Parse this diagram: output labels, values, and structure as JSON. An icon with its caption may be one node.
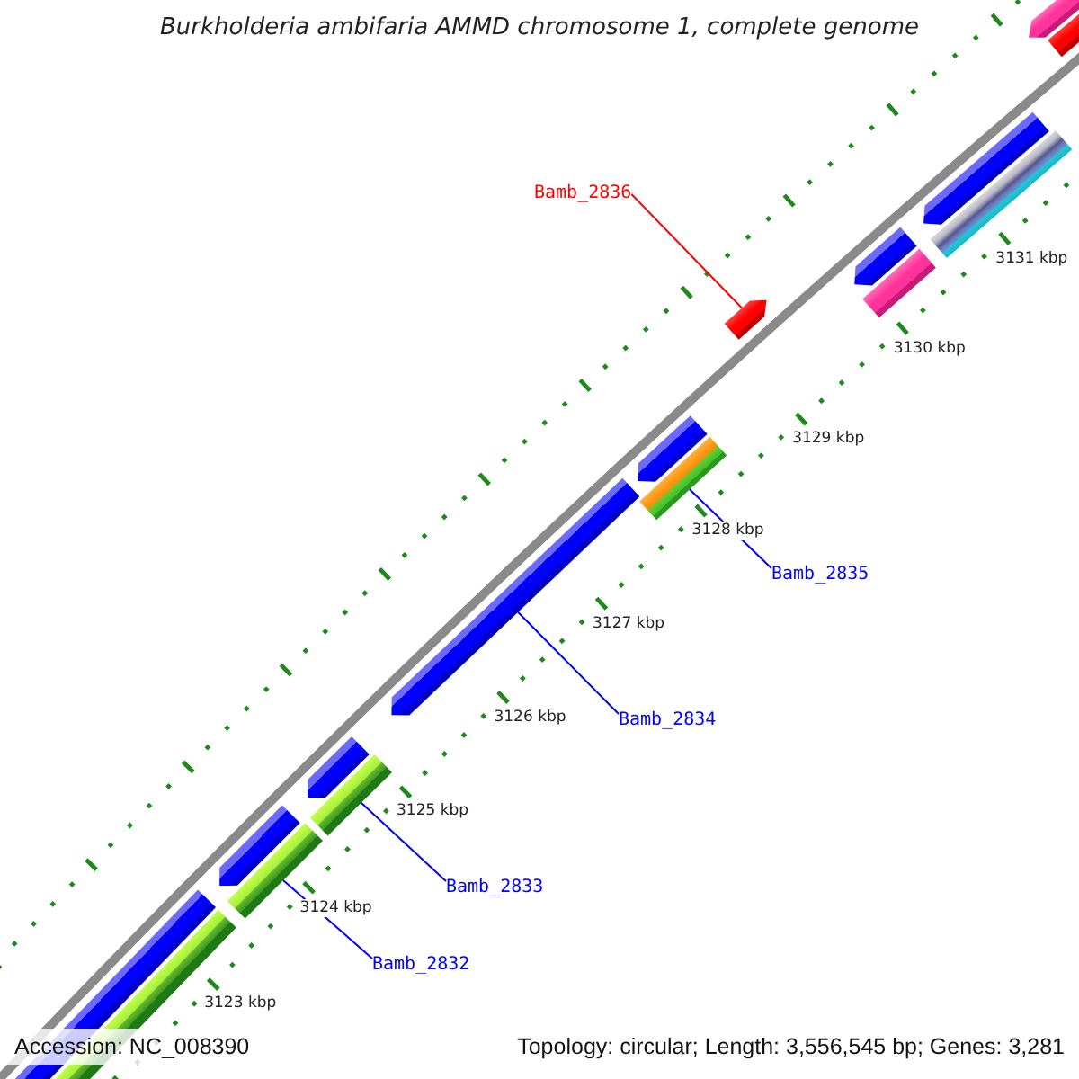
{
  "diagram": {
    "title": "Burkholderia ambifaria AMMD chromosome 1, complete genome",
    "nodes": [
      {
        "text": [
          "Bamb_2836"
        ]
      },
      {
        "text": [
          "Bamb_2835"
        ]
      },
      {
        "text": [
          "Bamb_2834"
        ]
      },
      {
        "text": [
          "Bamb_2833"
        ]
      },
      {
        "text": [
          "Bamb_2832"
        ]
      },
      {
        "text": [],
        "shape": "bar"
      },
      {
        "text": [],
        "shape": "bar"
      },
      {
        "text": [],
        "shape": "bar"
      },
      {
        "text": [],
        "shape": "bar"
      },
      {
        "text": [],
        "shape": "bar"
      }
    ],
    "edges": [
      {
        "from": 0,
        "to": 5,
        "arrow": "none",
        "color": "#ff0000"
      },
      {
        "from": 1,
        "to": 6,
        "arrow": "none"
      },
      {
        "from": 2,
        "to": 7,
        "arrow": "none"
      },
      {
        "from": 3,
        "to": 8,
        "arrow": "none"
      },
      {
        "from": 4,
        "to": 9,
        "arrow": "none"
      }
    ],
    "labels": [
      "3131 kbp",
      "3130 kbp",
      "3129 kbp",
      "3128 kbp",
      "3127 kbp",
      "3126 kbp",
      "3125 kbp",
      "3124 kbp",
      "3123 kbp",
      "Accession: NC_008390",
      "Topology: circular; Length: 3,556,545 bp; Genes: 3,281"
    ]
  }
}
